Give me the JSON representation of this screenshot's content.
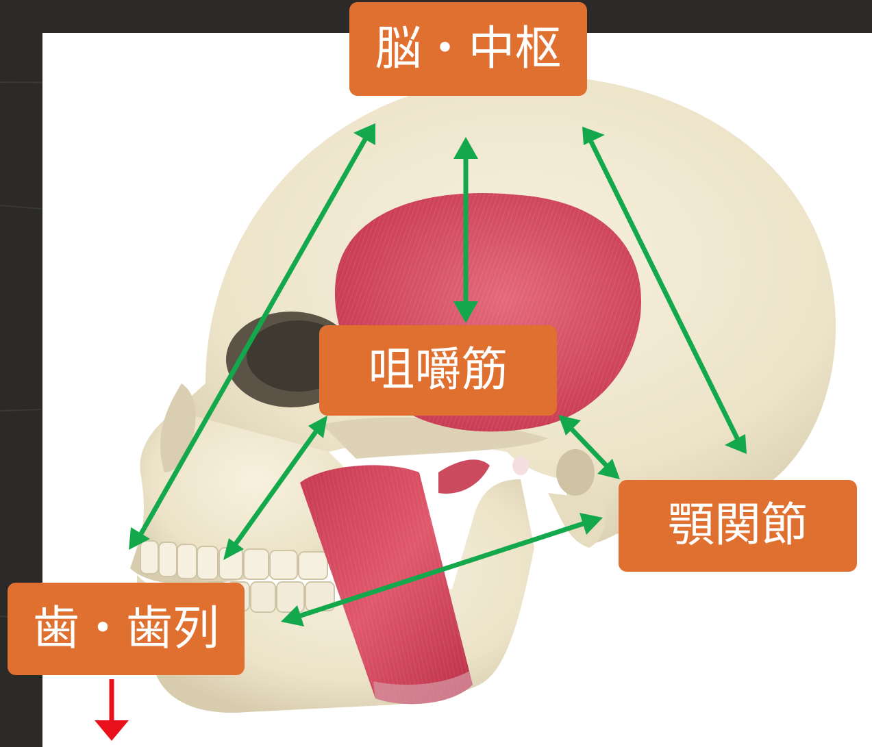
{
  "labels": {
    "brain": "脳・中枢",
    "masticatory_muscle": "咀嚼筋",
    "tmj": "顎関節",
    "teeth": "歯・歯列"
  },
  "colors": {
    "label_background": "#e07030",
    "label_text": "#ffffff",
    "connector_arrow": "#13a84b",
    "down_arrow": "#e8101a",
    "skull": "#efe7cf",
    "muscle": "#d84a5e",
    "background_dark": "#2b2a29",
    "panel": "#ffffff"
  },
  "connections": [
    {
      "from": "brain",
      "to": "teeth",
      "style": "double-headed"
    },
    {
      "from": "brain",
      "to": "masticatory_muscle",
      "style": "double-headed"
    },
    {
      "from": "brain",
      "to": "tmj",
      "style": "double-headed"
    },
    {
      "from": "masticatory_muscle",
      "to": "teeth",
      "style": "double-headed"
    },
    {
      "from": "masticatory_muscle",
      "to": "tmj",
      "style": "double-headed"
    },
    {
      "from": "tmj",
      "to": "teeth",
      "style": "double-headed"
    }
  ],
  "icons": [
    "green-double-arrow-icon",
    "red-down-arrow-icon"
  ]
}
